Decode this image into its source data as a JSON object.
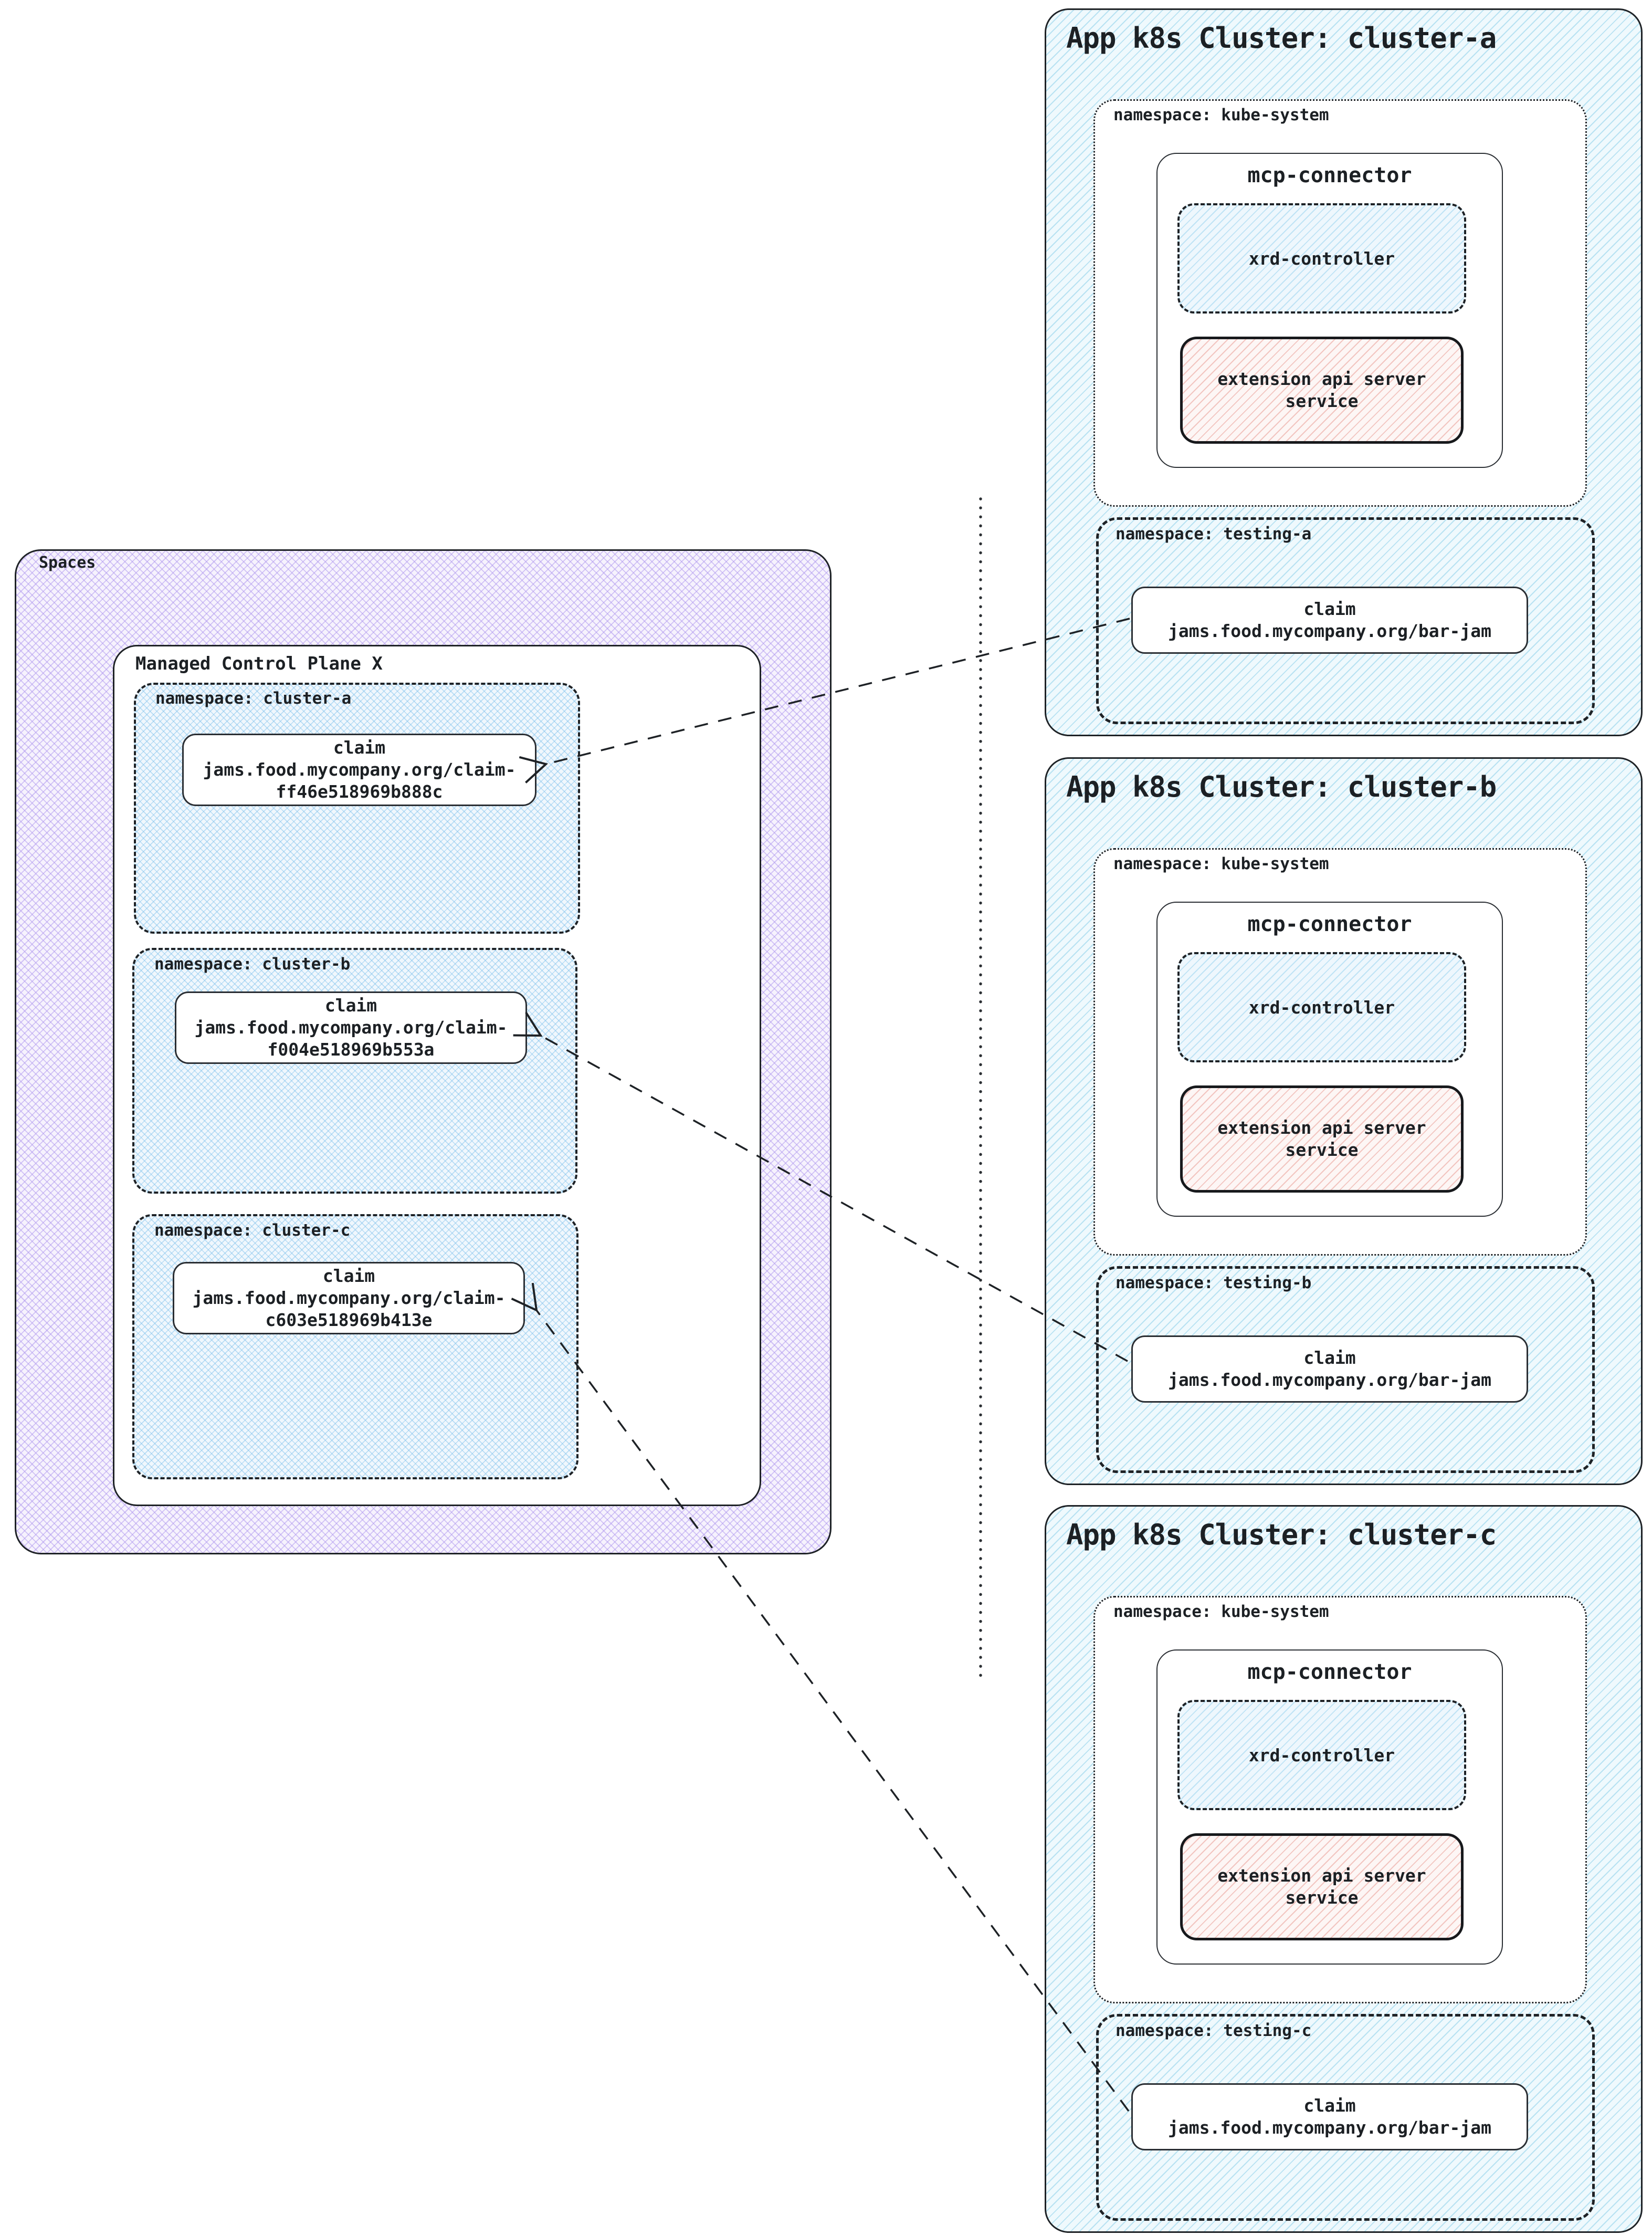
{
  "left_panel": {
    "spaces_label": "Spaces",
    "control_plane": {
      "title": "Managed Control Plane X",
      "namespaces": [
        {
          "label": "namespace: cluster-a",
          "claim": [
            "claim",
            "jams.food.mycompany.org/claim-",
            "ff46e518969b888c"
          ]
        },
        {
          "label": "namespace: cluster-b",
          "claim": [
            "claim",
            "jams.food.mycompany.org/claim-",
            "f004e518969b553a"
          ]
        },
        {
          "label": "namespace: cluster-c",
          "claim": [
            "claim",
            "jams.food.mycompany.org/claim-",
            "c603e518969b413e"
          ]
        }
      ]
    }
  },
  "clusters": [
    {
      "title": "App k8s Cluster: cluster-a",
      "kube_namespace_label": "namespace: kube-system",
      "connector_title": "mcp-connector",
      "xrd_label": "xrd-controller",
      "ext_service": [
        "extension api server",
        "service"
      ],
      "testing_namespace_label": "namespace: testing-a",
      "claim": [
        "claim",
        "jams.food.mycompany.org/bar-jam"
      ]
    },
    {
      "title": "App k8s Cluster: cluster-b",
      "kube_namespace_label": "namespace: kube-system",
      "connector_title": "mcp-connector",
      "xrd_label": "xrd-controller",
      "ext_service": [
        "extension api server",
        "service"
      ],
      "testing_namespace_label": "namespace: testing-b",
      "claim": [
        "claim",
        "jams.food.mycompany.org/bar-jam"
      ]
    },
    {
      "title": "App k8s Cluster: cluster-c",
      "kube_namespace_label": "namespace: kube-system",
      "connector_title": "mcp-connector",
      "xrd_label": "xrd-controller",
      "ext_service": [
        "extension api server",
        "service"
      ],
      "testing_namespace_label": "namespace: testing-c",
      "claim": [
        "claim",
        "jams.food.mycompany.org/bar-jam"
      ]
    }
  ],
  "colors": {
    "cluster_fill": "#eff9fd",
    "cluster_hatch": "#b8e2f2",
    "spaces_fill": "#f6f2fd",
    "spaces_hatch": "#b099ee",
    "namespace_fill": "#f0f7fd",
    "namespace_hatch": "#7ec1eb",
    "xrd_hatch": "#bfe3f5",
    "ext_hatch": "#f2c5c0",
    "line": "#1e2226"
  }
}
